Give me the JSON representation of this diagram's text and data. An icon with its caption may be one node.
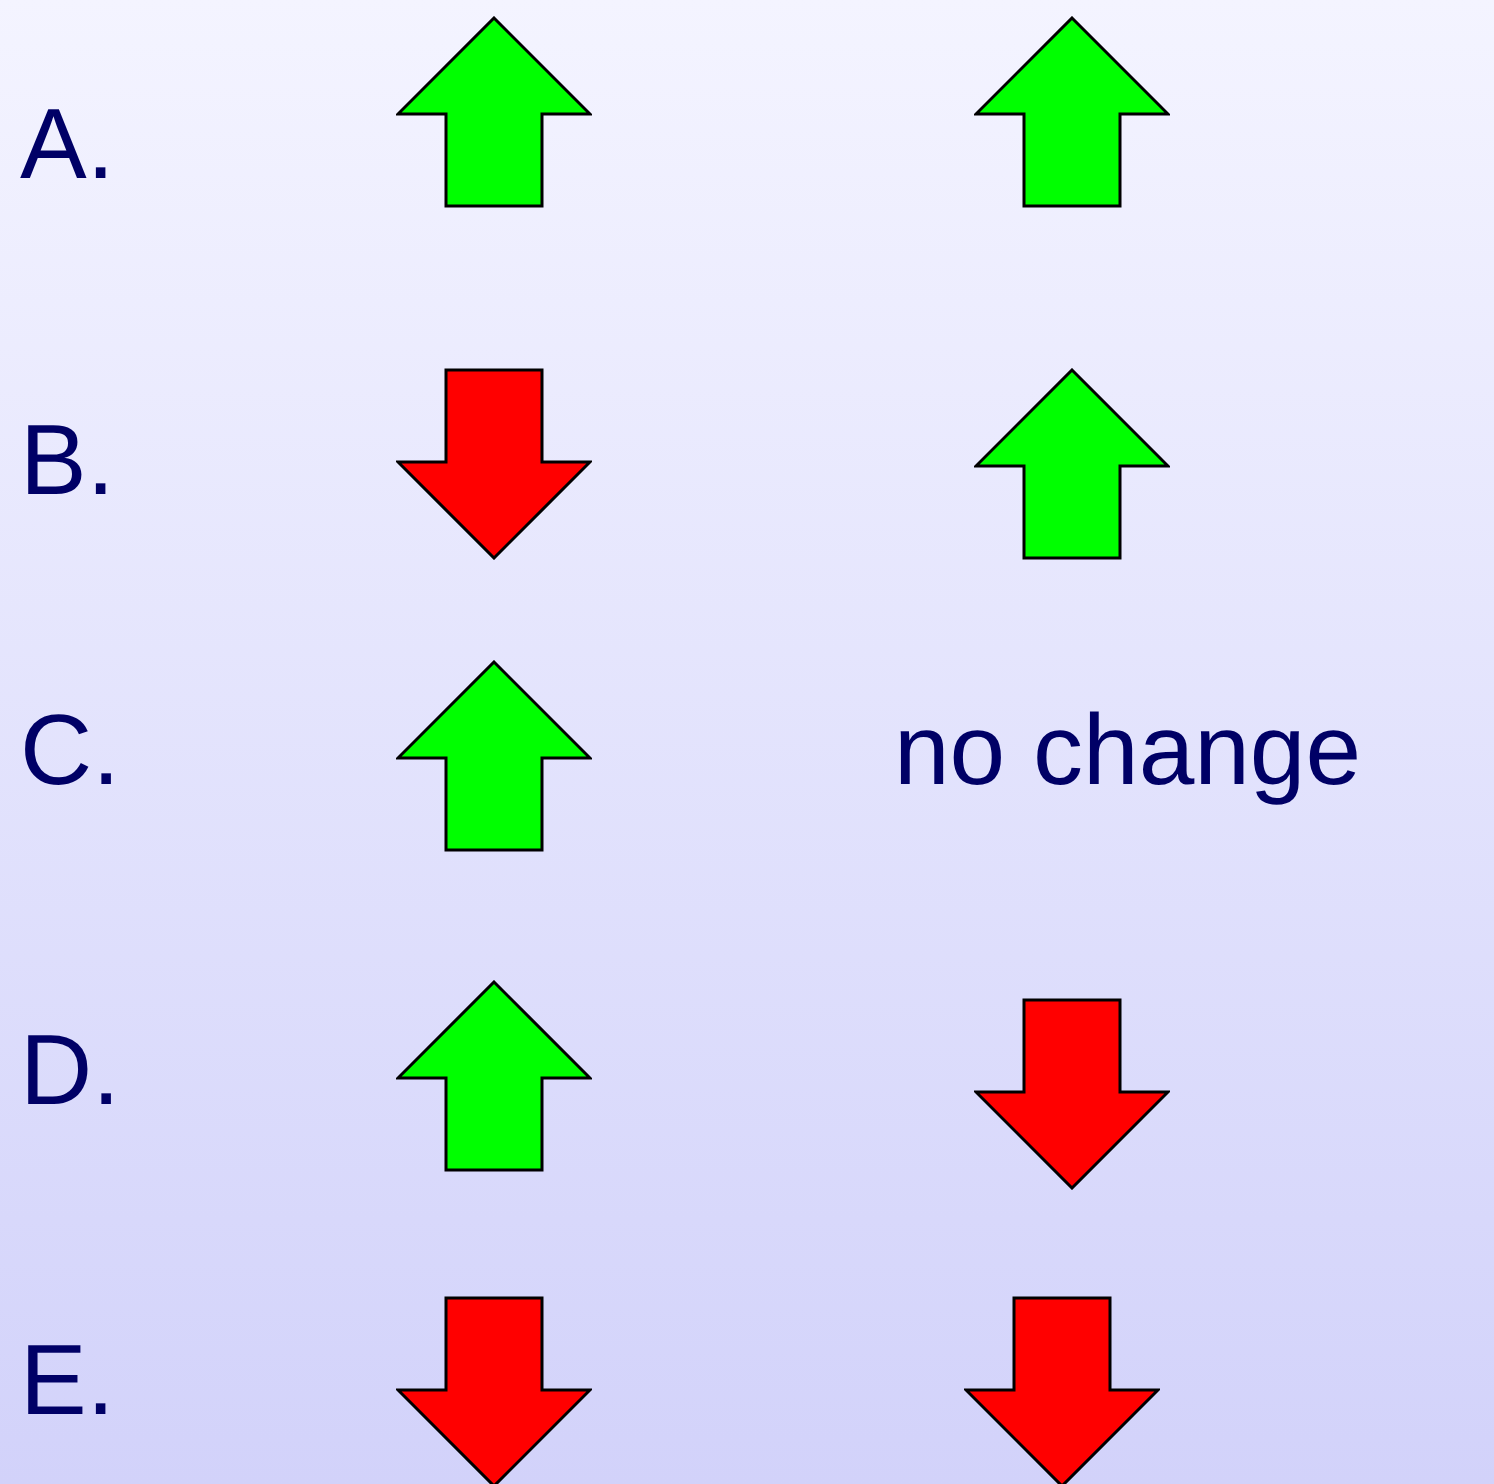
{
  "diagram": {
    "nodes": [
      {
        "text": [],
        "shape": "up-arrow"
      },
      {
        "text": [],
        "shape": "up-arrow"
      },
      {
        "text": [],
        "shape": "down-arrow"
      },
      {
        "text": [],
        "shape": "up-arrow"
      },
      {
        "text": [],
        "shape": "up-arrow"
      },
      {
        "text": [],
        "shape": "up-arrow"
      },
      {
        "text": [],
        "shape": "down-arrow"
      },
      {
        "text": [],
        "shape": "down-arrow"
      },
      {
        "text": [],
        "shape": "down-arrow"
      }
    ],
    "labels": [
      "A.",
      "B.",
      "C.",
      "no change",
      "D.",
      "E."
    ]
  }
}
